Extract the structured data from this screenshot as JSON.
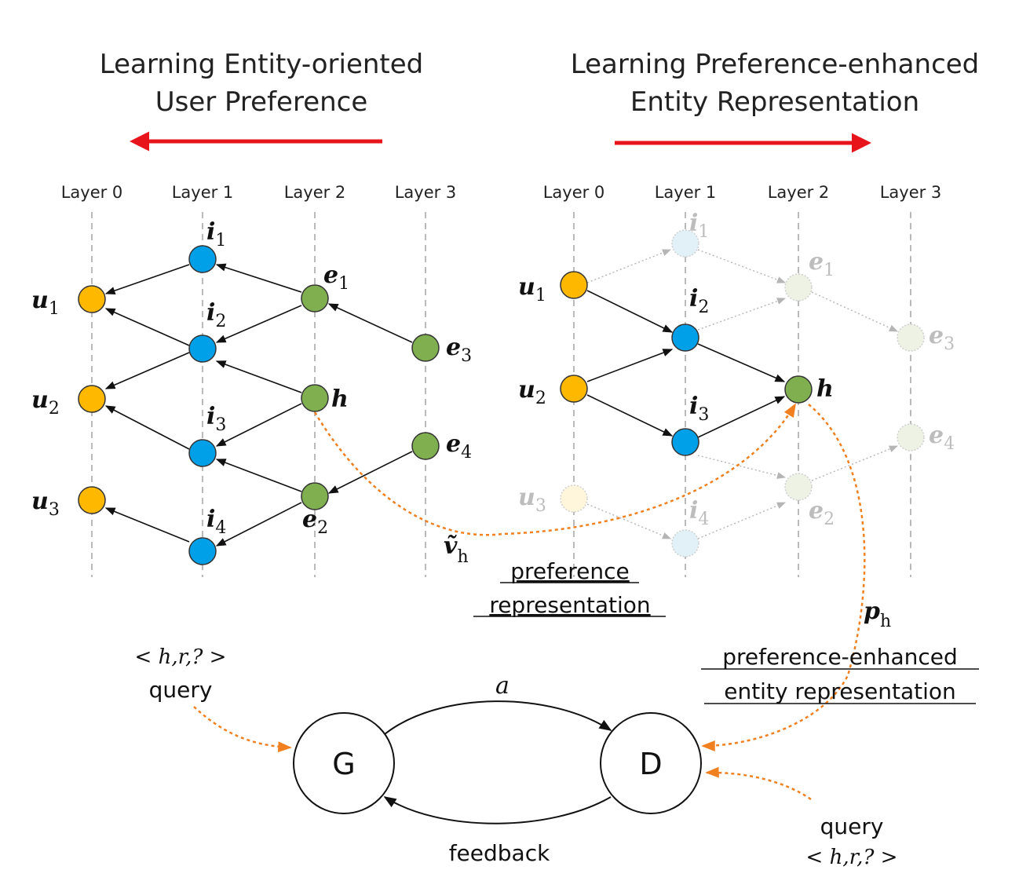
{
  "left_panel": {
    "heading_line1": "Learning Entity-oriented",
    "heading_line2": "User Preference",
    "layers": [
      "Layer 0",
      "Layer 1",
      "Layer 2",
      "Layer 3"
    ],
    "nodes": {
      "u1": {
        "base": "u",
        "sub": "1"
      },
      "u2": {
        "base": "u",
        "sub": "2"
      },
      "u3": {
        "base": "u",
        "sub": "3"
      },
      "i1": {
        "base": "i",
        "sub": "1"
      },
      "i2": {
        "base": "i",
        "sub": "2"
      },
      "i3": {
        "base": "i",
        "sub": "3"
      },
      "i4": {
        "base": "i",
        "sub": "4"
      },
      "e1": {
        "base": "e",
        "sub": "1"
      },
      "e2": {
        "base": "e",
        "sub": "2"
      },
      "e3": {
        "base": "e",
        "sub": "3"
      },
      "e4": {
        "base": "e",
        "sub": "4"
      },
      "h": {
        "base": "h",
        "sub": ""
      }
    }
  },
  "right_panel": {
    "heading_line1": "Learning Preference-enhanced",
    "heading_line2": "Entity Representation",
    "layers": [
      "Layer 0",
      "Layer 1",
      "Layer 2",
      "Layer 3"
    ]
  },
  "labels": {
    "v_h": {
      "base": "ṽ",
      "sub": "h"
    },
    "p_h": {
      "base": "p",
      "sub": "h"
    },
    "preference_rep_line1": "preference",
    "preference_rep_line2": "representation",
    "pe_rep_line1": "preference-enhanced",
    "pe_rep_line2": "entity representation",
    "query_left_math": "< h,r,? >",
    "query_left": "query",
    "query_right": "query",
    "query_right_math": "< h,r,? >",
    "arc_top": "a",
    "arc_bottom": "feedback",
    "generator": "G",
    "discriminator": "D"
  },
  "colors": {
    "user": "#FFB800",
    "item": "#00A0E9",
    "entity": "#7FAF4F",
    "arrow_red": "#E8141C",
    "dotted_orange": "#F08020",
    "faded_user": "#FFF6DC",
    "faded_item": "#E2F1F8",
    "faded_entity": "#EDF2E4"
  }
}
